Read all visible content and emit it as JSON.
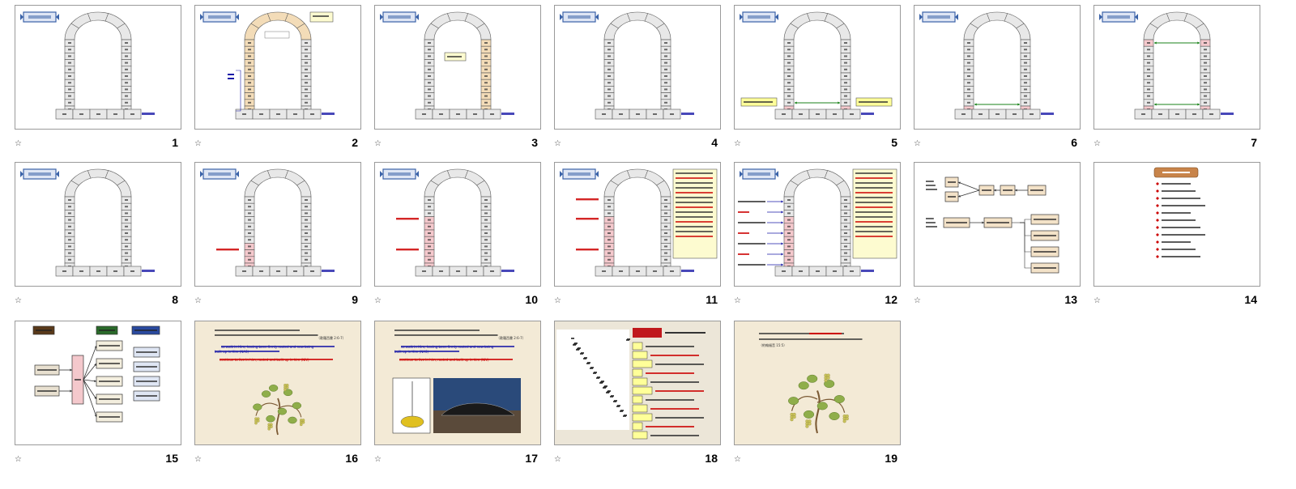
{
  "panel": "slide-sorter",
  "slides": [
    {
      "num": "1",
      "star": "☆"
    },
    {
      "num": "2",
      "star": "☆"
    },
    {
      "num": "3",
      "star": "☆"
    },
    {
      "num": "4",
      "star": "☆"
    },
    {
      "num": "5",
      "star": "☆"
    },
    {
      "num": "6",
      "star": "☆"
    },
    {
      "num": "7",
      "star": "☆"
    },
    {
      "num": "8",
      "star": "☆"
    },
    {
      "num": "9",
      "star": "☆"
    },
    {
      "num": "10",
      "star": "☆"
    },
    {
      "num": "11",
      "star": "☆"
    },
    {
      "num": "12",
      "star": "☆"
    },
    {
      "num": "13",
      "star": "☆"
    },
    {
      "num": "14",
      "star": "☆"
    },
    {
      "num": "15",
      "star": "☆"
    },
    {
      "num": "16",
      "star": "☆"
    },
    {
      "num": "17",
      "star": "☆"
    },
    {
      "num": "18",
      "star": "☆"
    },
    {
      "num": "19",
      "star": "☆"
    }
  ],
  "texts": {
    "s16_ref": "（歌羅西書 2:6-7）",
    "s16_l1": "so walk in Him, having been firmly rooted and now being",
    "s16_l2": "built up in Him    (NAS)",
    "s16_l3": "continue to live in him, rooted and built up in him    (NIV)",
    "s19_ref": "（約翰福音 15:5）"
  },
  "colors": {
    "arch_stone": "#e8e8e8",
    "arch_highlight": "#f3dcb8",
    "arch_pink": "#f4c8cc",
    "note_yellow": "#fdfbd0",
    "banner_blue": "#3a62a8",
    "cream_bg": "#f3ead6",
    "red_text": "#cc0000",
    "blue_text": "#1a1aa8"
  }
}
